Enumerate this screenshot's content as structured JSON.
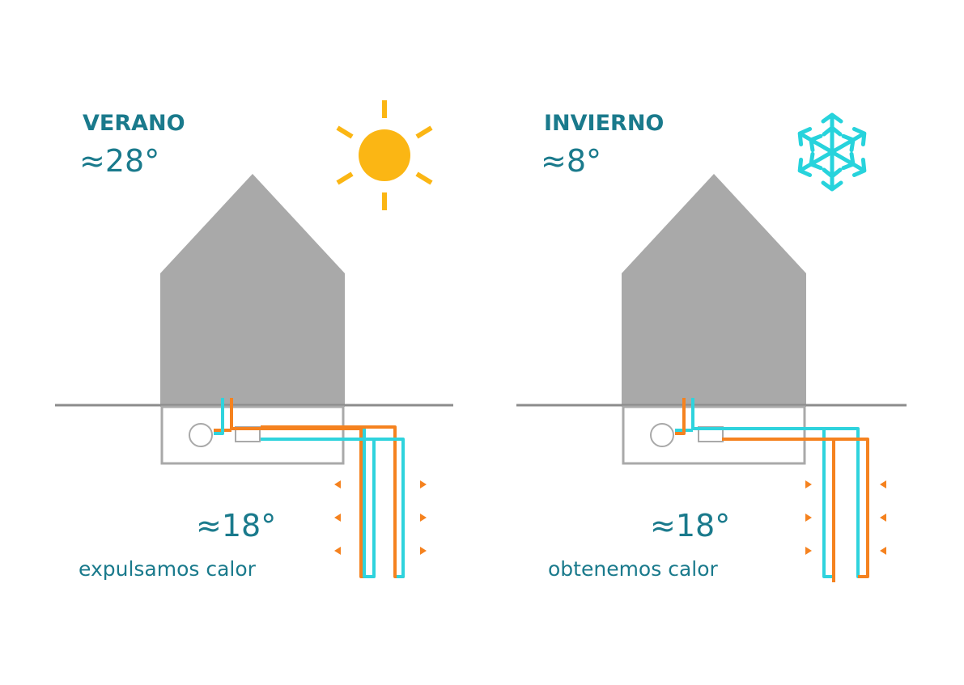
{
  "summer": {
    "season": "VERANO",
    "air_temp": "≈28°",
    "ground_temp": "≈18°",
    "caption": "expulsamos calor",
    "icon": "sun-icon"
  },
  "winter": {
    "season": "INVIERNO",
    "air_temp": "≈8°",
    "ground_temp": "≈18°",
    "caption": "obtenemos calor",
    "icon": "snowflake-icon"
  },
  "colors": {
    "text": "#1a7a8c",
    "house": "#a9a9a9",
    "ground_line": "#8c8c8c",
    "hot_pipe": "#f5821f",
    "cold_pipe": "#2fd3dd",
    "sun": "#fbb614",
    "snow": "#27d3dc"
  }
}
